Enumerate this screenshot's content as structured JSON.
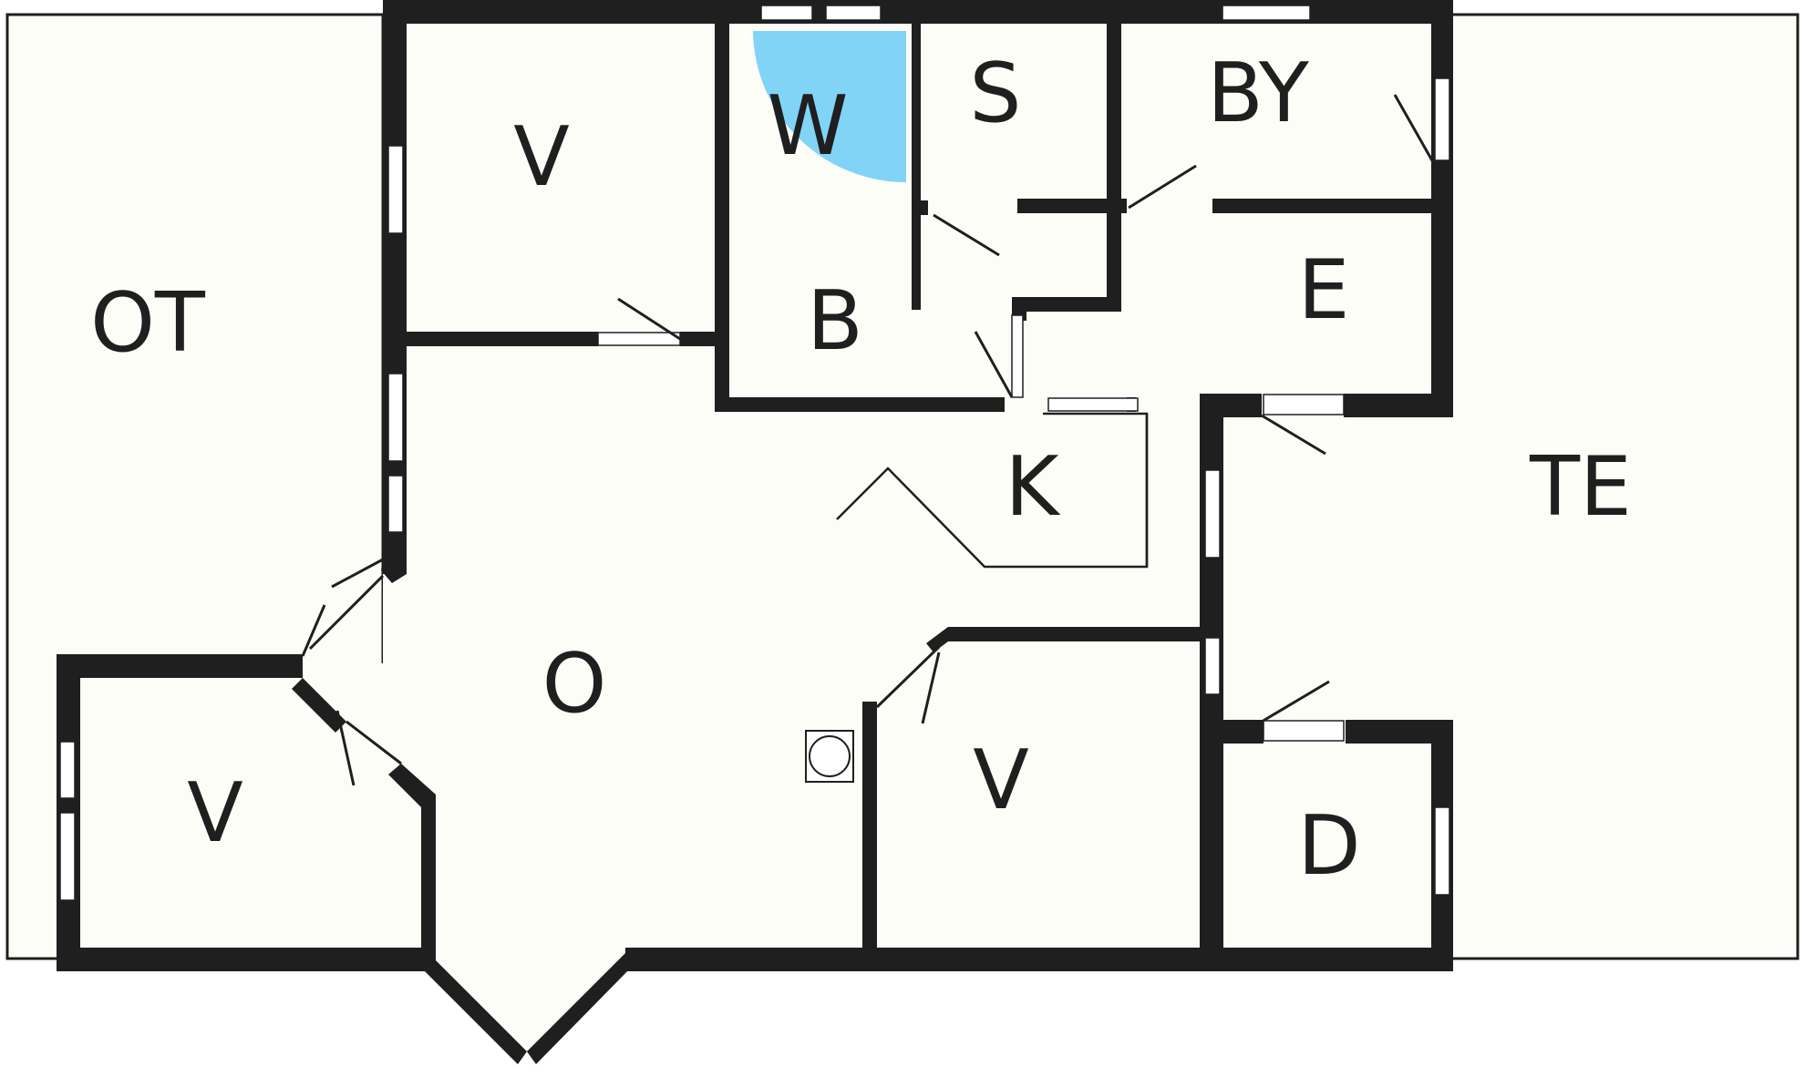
{
  "rooms": [
    {
      "id": "ot",
      "label": "OT"
    },
    {
      "id": "v1",
      "label": "V"
    },
    {
      "id": "w",
      "label": "W"
    },
    {
      "id": "s",
      "label": "S"
    },
    {
      "id": "by",
      "label": "BY"
    },
    {
      "id": "b",
      "label": "B"
    },
    {
      "id": "e",
      "label": "E"
    },
    {
      "id": "k",
      "label": "K"
    },
    {
      "id": "te",
      "label": "TE"
    },
    {
      "id": "o",
      "label": "O"
    },
    {
      "id": "v2",
      "label": "V"
    },
    {
      "id": "v3",
      "label": "V"
    },
    {
      "id": "d",
      "label": "D"
    }
  ],
  "colors": {
    "wall": "#1f1f1f",
    "floor": "#fdfdf8",
    "shower": "#82d4f7"
  }
}
